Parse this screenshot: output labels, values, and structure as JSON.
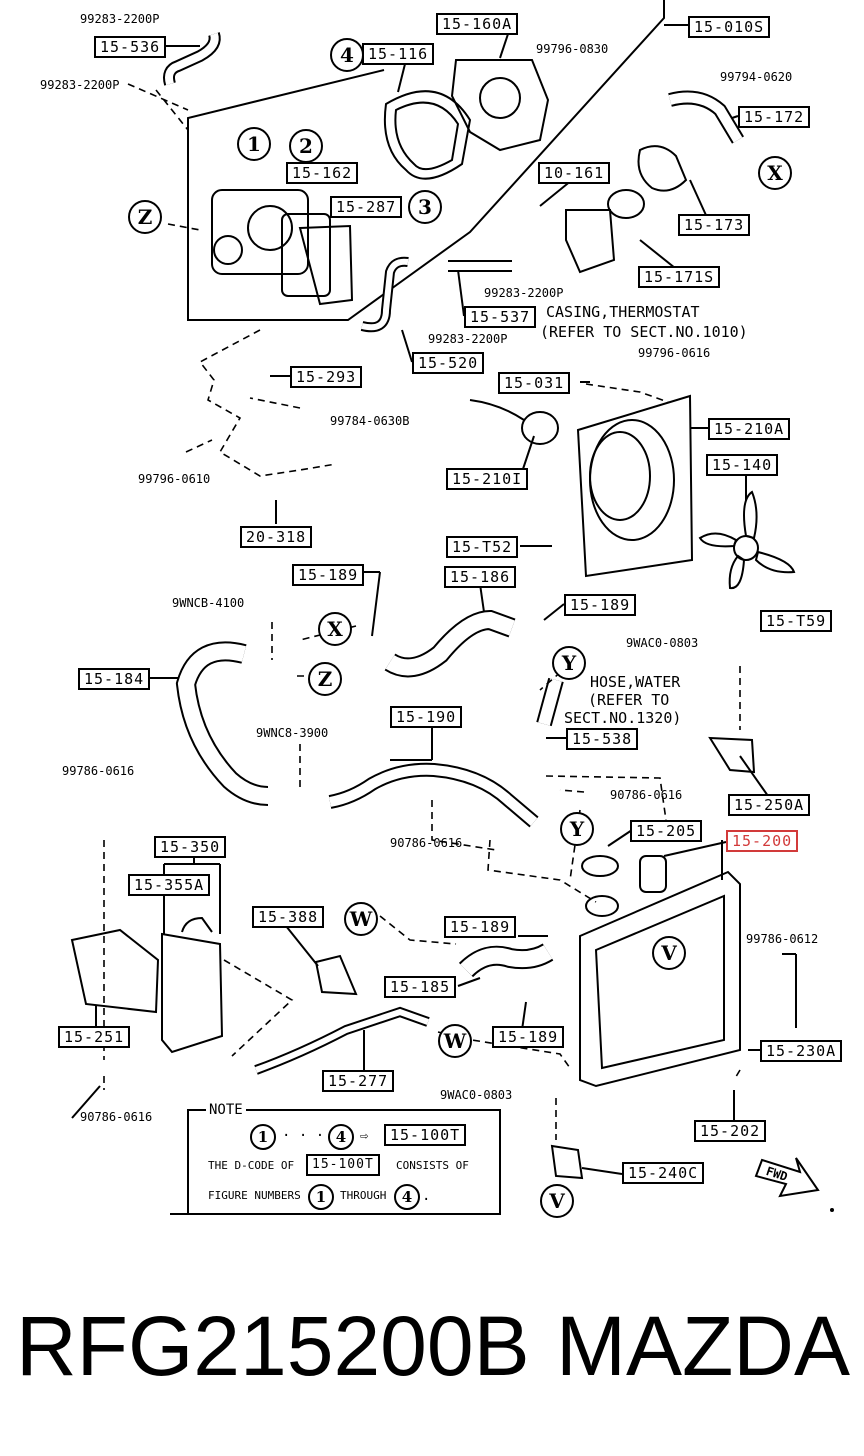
{
  "callouts": {
    "c15_536": "15-536",
    "c15_160A": "15-160A",
    "c15_010S": "15-010S",
    "c15_116": "15-116",
    "c15_172": "15-172",
    "c15_162": "15-162",
    "c10_161": "10-161",
    "c15_287": "15-287",
    "c15_173": "15-173",
    "c15_171S": "15-171S",
    "c15_537": "15-537",
    "c15_520": "15-520",
    "c15_293": "15-293",
    "c15_031": "15-031",
    "c15_210A": "15-210A",
    "c15_210I": "15-210I",
    "c15_140": "15-140",
    "c20_318": "20-318",
    "c15_152": "15-T52",
    "c15_189a": "15-189",
    "c15_186": "15-186",
    "c15_189b": "15-189",
    "c15_159": "15-T59",
    "c15_184": "15-184",
    "c15_190": "15-190",
    "c15_538": "15-538",
    "c15_250A": "15-250A",
    "c15_205": "15-205",
    "c15_200": "15-200",
    "c15_350": "15-350",
    "c15_355A": "15-355A",
    "c15_388": "15-388",
    "c15_189c": "15-189",
    "c15_185": "15-185",
    "c15_189d": "15-189",
    "c15_251": "15-251",
    "c15_277": "15-277",
    "c15_230A": "15-230A",
    "c15_202": "15-202",
    "c15_240C": "15-240C"
  },
  "part_numbers": {
    "p1": "99283-2200P",
    "p2": "99283-2200P",
    "p3": "99796-0830",
    "p4": "99794-0620",
    "p5": "99283-2200P",
    "p6": "99283-2200P",
    "p7": "99796-0616",
    "p8": "99784-0630B",
    "p9": "99796-0610",
    "p10": "9WNCB-4100",
    "p11": "9WAC0-0803",
    "p12": "9WNC8-3900",
    "p13": "99786-0616",
    "p14": "90786-0616",
    "p15": "90786-0616",
    "p16": "99786-0612",
    "p17": "90786-0616",
    "p18": "9WAC0-0803"
  },
  "markers": {
    "m1": "1",
    "m2": "2",
    "m3": "3",
    "m4": "4",
    "z1": "Z",
    "z2": "Z",
    "x1": "X",
    "x2": "X",
    "y1": "Y",
    "y2": "Y",
    "w1": "W",
    "w2": "W",
    "v1": "V",
    "v2": "V"
  },
  "notes": {
    "casing_line1": "CASING,THERMOSTAT",
    "casing_line2": "(REFER TO SECT.NO.1010)",
    "hose_line1": "HOSE,WATER",
    "hose_line2": "(REFER TO",
    "hose_line3": "SECT.NO.1320)",
    "fwd": "FWD"
  },
  "note_box": {
    "title": "NOTE",
    "n1": "1",
    "dots": "· · ·",
    "n4": "4",
    "arrow": "⇨",
    "code": "15-100T",
    "line2_a": "THE D-CODE OF",
    "line2_code": "15-100T",
    "line2_b": "CONSISTS OF",
    "line3_a": "FIGURE NUMBERS",
    "line3_n1": "1",
    "line3_b": "THROUGH",
    "line3_n4": "4",
    "line3_end": "."
  },
  "caption": {
    "part_number": "RFG215200B",
    "brand": "MAZDA"
  },
  "colors": {
    "highlight": "#d23a3a",
    "ink": "#000000"
  }
}
